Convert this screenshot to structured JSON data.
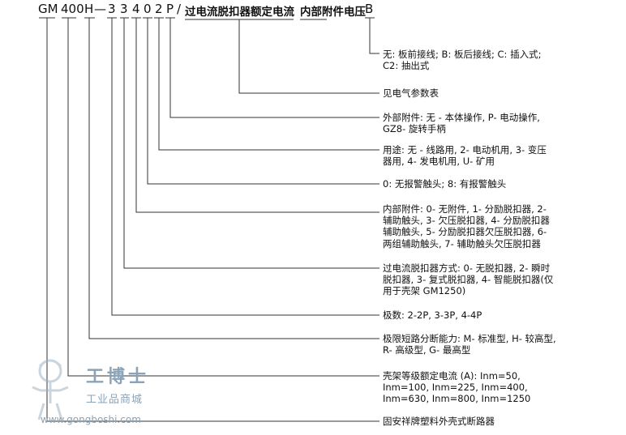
{
  "model_code": {
    "series": "GM",
    "frame": "400",
    "breaking": "H",
    "dash": "—",
    "poles": "3",
    "release": "3",
    "accessory": "4",
    "alarm": "0",
    "usage": "2",
    "ext_accessory": "P",
    "slash": "/",
    "overcurrent_rated": "过电流脱扣器额定电流",
    "accessory_voltage": "内部附件电压",
    "connection": "B"
  },
  "descriptions": [
    {
      "line1": "无: 板前接线; B: 板后接线; C: 插入式;",
      "line2": "C2: 抽出式"
    },
    {
      "line1": "见电气参数表"
    },
    {
      "line1": "外部附件: 无 - 本体操作, P- 电动操作,",
      "line2": "GZ8- 旋转手柄"
    },
    {
      "line1": "用途: 无 - 线路用, 2- 电动机用, 3- 变压",
      "line2": "器用, 4- 发电机用, U- 矿用"
    },
    {
      "line1": "0: 无报警触头; 8: 有报警触头"
    },
    {
      "line1": "内部附件: 0- 无附件, 1- 分励脱扣器, 2-",
      "line2": "辅助触头, 3- 欠压脱扣器, 4- 分励脱扣器",
      "line3": "辅助触头, 5- 分励脱扣器欠压脱扣器, 6-",
      "line4": "两组辅助触头, 7- 辅助触头欠压脱扣器"
    },
    {
      "line1": "过电流脱扣器方式: 0- 无脱扣器, 2- 瞬时",
      "line2": "脱扣器, 3- 复式脱扣器, 4- 智能脱扣器(仅",
      "line3": "用于壳架 GM1250)"
    },
    {
      "line1": "极数: 2-2P, 3-3P, 4-4P"
    },
    {
      "line1": "极限短路分断能力: M- 标准型, H- 较高型,",
      "line2": "R- 高级型, G- 最高型"
    },
    {
      "line1": "壳架等级额定电流 (A): Inm=50,",
      "line2": "Inm=100, Inm=225, Inm=400,",
      "line3": "Inm=630, Inm=800, Inm=1250"
    },
    {
      "line1": "固安祥牌塑料外壳式断路器"
    }
  ],
  "watermark": {
    "title": "工博士",
    "subtitle": "工业品商城",
    "url": "www.gongboshi.com"
  }
}
